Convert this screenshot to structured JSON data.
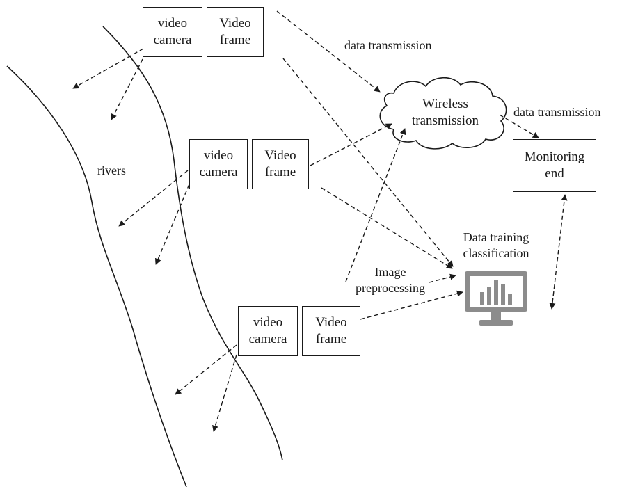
{
  "nodes": {
    "camera_1": {
      "line1": "video",
      "line2": "camera"
    },
    "frame_1": {
      "line1": "Video",
      "line2": "frame"
    },
    "camera_2": {
      "line1": "video",
      "line2": "camera"
    },
    "frame_2": {
      "line1": "Video",
      "line2": "frame"
    },
    "camera_3": {
      "line1": "video",
      "line2": "camera"
    },
    "frame_3": {
      "line1": "Video",
      "line2": "frame"
    },
    "wireless": {
      "line1": "Wireless",
      "line2": "transmission"
    },
    "monitoring": {
      "line1": "Monitoring",
      "line2": "end"
    }
  },
  "labels": {
    "rivers": "rivers",
    "data_transmission_top": "data transmission",
    "data_transmission_right": "data transmission",
    "data_training": {
      "line1": "Data training",
      "line2": "classification"
    },
    "image_preprocessing": {
      "line1": "Image",
      "line2": "preprocessing"
    }
  },
  "icons": {
    "classifier": "monitor-bar-chart-icon"
  },
  "colors": {
    "line": "#1a1a1a",
    "monitor": "#8c8c8c"
  }
}
